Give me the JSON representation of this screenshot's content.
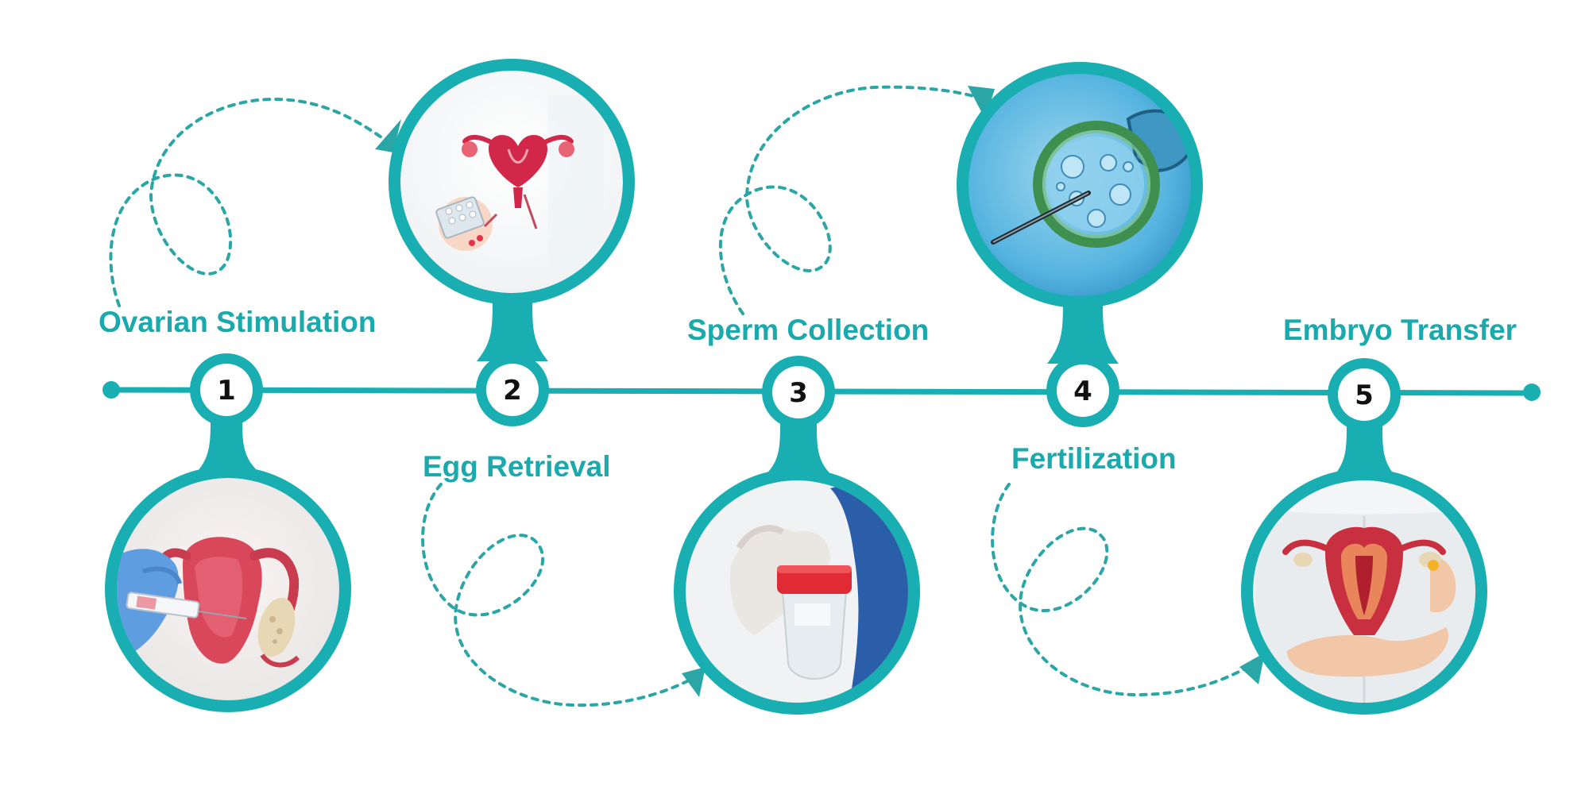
{
  "colors": {
    "teal": "#19aeb1",
    "dotted": "#2aa6a6",
    "label": "#1aa9ad",
    "number": "#111111"
  },
  "steps": [
    {
      "number": "1",
      "label": "Ovarian Stimulation",
      "image": "injection-uterus-model-photo"
    },
    {
      "number": "2",
      "label": "Egg Retrieval",
      "image": "uterus-illustration-with-pills"
    },
    {
      "number": "3",
      "label": "Sperm Collection",
      "image": "specimen-cup-in-gloved-hand-photo"
    },
    {
      "number": "4",
      "label": "Fertilization",
      "image": "icsi-egg-microscope-photo"
    },
    {
      "number": "5",
      "label": "Embryo Transfer",
      "image": "doctor-holding-uterus-model-photo"
    }
  ]
}
